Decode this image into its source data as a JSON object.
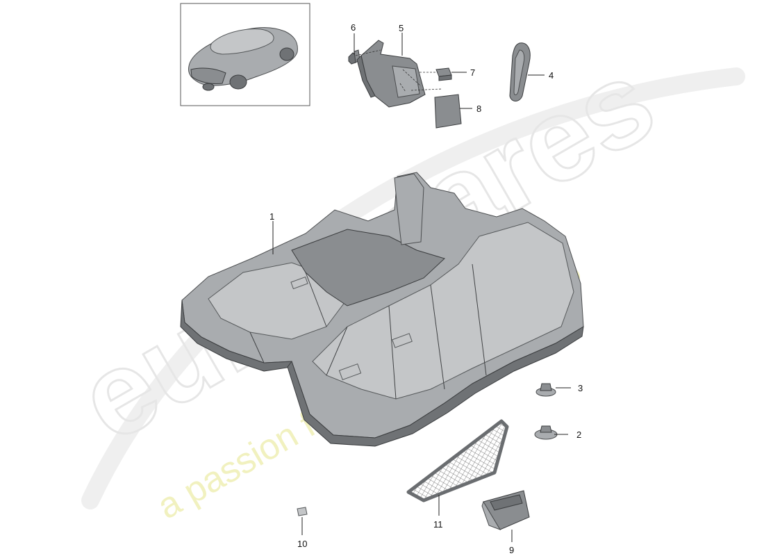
{
  "callouts": [
    {
      "id": "1",
      "label": "1"
    },
    {
      "id": "2",
      "label": "2"
    },
    {
      "id": "3",
      "label": "3"
    },
    {
      "id": "4",
      "label": "4"
    },
    {
      "id": "5",
      "label": "5"
    },
    {
      "id": "6",
      "label": "6"
    },
    {
      "id": "7",
      "label": "7"
    },
    {
      "id": "8",
      "label": "8"
    },
    {
      "id": "9",
      "label": "9"
    },
    {
      "id": "10",
      "label": "10"
    },
    {
      "id": "11",
      "label": "11"
    }
  ],
  "watermark": {
    "brand": "eurospares",
    "tagline": "a passion for parts since 1985"
  },
  "colors": {
    "watermark_brand": "#ededed",
    "watermark_tagline": "#f3f3c4",
    "part_fill": "#8a8d90",
    "line": "#222222"
  }
}
